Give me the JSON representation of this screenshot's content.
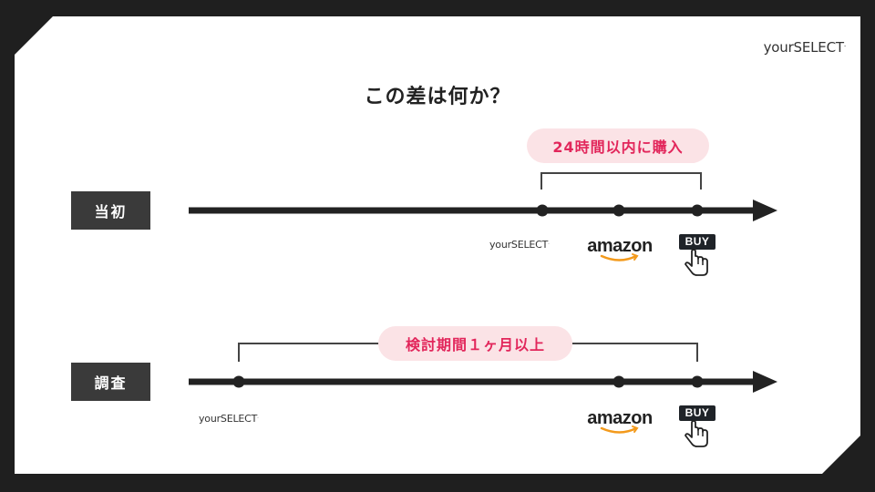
{
  "brand": {
    "name": "yourSELECT",
    "mark": "."
  },
  "title": "この差は何か？",
  "rows": [
    {
      "label": "当初",
      "span_label": "24時間以内に購入"
    },
    {
      "label": "調査",
      "span_label": "検討期間１ヶ月以上"
    }
  ],
  "amazon_logo": "amazon",
  "buy_tag": "BUY",
  "colors": {
    "bar": "#222222",
    "pill_bg": "#fbe3e6",
    "pill_text": "#e2265b",
    "label_bg": "#3a3a3a",
    "background": "#1f1f1f"
  }
}
